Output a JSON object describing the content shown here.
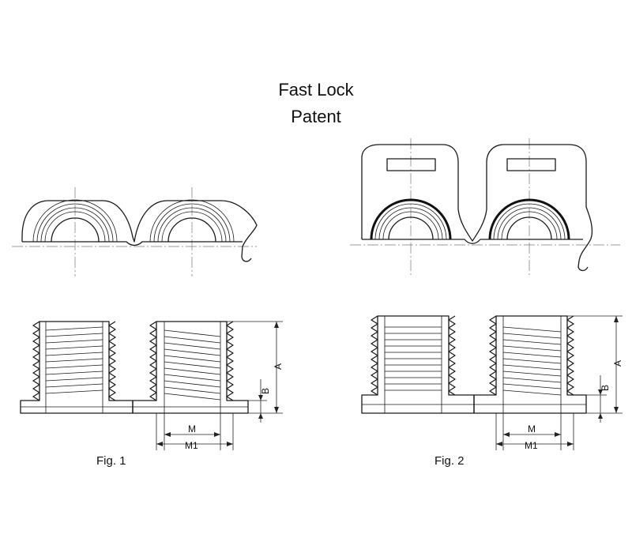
{
  "title": {
    "line1": "Fast Lock",
    "line2": "Patent"
  },
  "figures": [
    {
      "caption": "Fig. 1",
      "dimensions": {
        "a": "A",
        "b": "B",
        "m": "M",
        "m1": "M1"
      }
    },
    {
      "caption": "Fig. 2",
      "dimensions": {
        "a": "A",
        "b": "B",
        "m": "M",
        "m1": "M1"
      }
    }
  ]
}
